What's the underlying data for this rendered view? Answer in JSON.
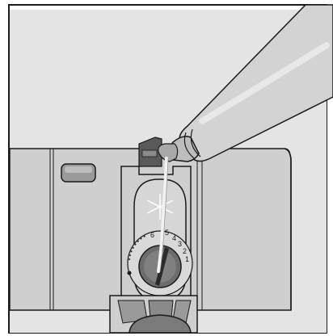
{
  "illustration": {
    "subject": "rinse-aid-dispenser-filling",
    "dial": {
      "labels": [
        "6",
        "5",
        "4",
        "3",
        "2",
        "1"
      ],
      "selected_setting": "5"
    },
    "colors": {
      "background": "#ffffff",
      "door_panel": "#dcdcdc",
      "dispenser_body": "#c9c9c9",
      "panel_dark": "#a7a7a7",
      "bottle": "#d3d3d3",
      "outline": "#1a1a1a"
    }
  }
}
